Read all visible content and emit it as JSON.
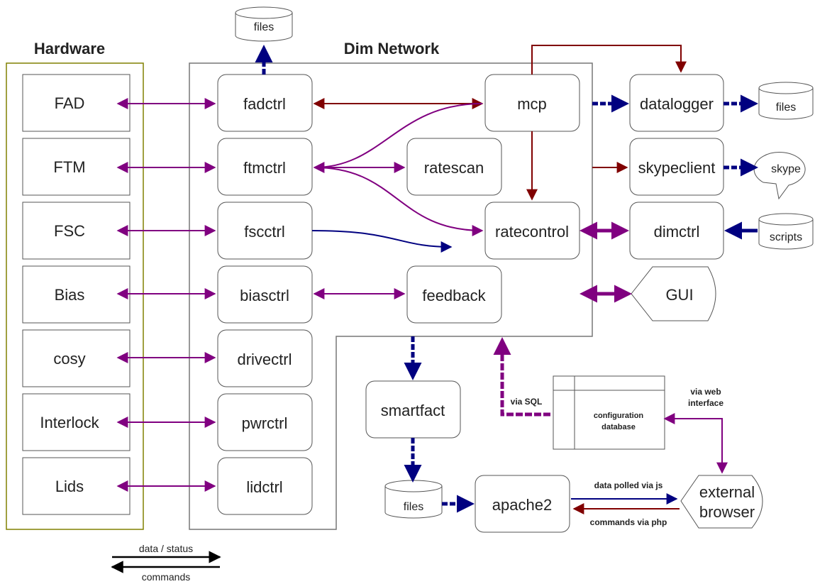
{
  "titles": {
    "hardware": "Hardware",
    "dim_network": "Dim Network"
  },
  "hardware_items": [
    "FAD",
    "FTM",
    "FSC",
    "Bias",
    "cosy",
    "Interlock",
    "Lids"
  ],
  "controllers": [
    "fadctrl",
    "ftmctrl",
    "fscctrl",
    "biasctrl",
    "drivectrl",
    "pwrctrl",
    "lidctrl"
  ],
  "services": {
    "mcp": "mcp",
    "ratescan": "ratescan",
    "ratecontrol": "ratecontrol",
    "feedback": "feedback",
    "datalogger": "datalogger",
    "skypeclient": "skypeclient",
    "dimctrl": "dimctrl",
    "gui": "GUI",
    "smartfact": "smartfact",
    "apache2": "apache2",
    "external_browser_line1": "external",
    "external_browser_line2": "browser"
  },
  "storage": {
    "files_top": "files",
    "files_right": "files",
    "skype": "skype",
    "scripts": "scripts",
    "files_bottom": "files"
  },
  "database": {
    "line1": "configuration",
    "line2": "database"
  },
  "edge_labels": {
    "via_sql": "via SQL",
    "via_web_line1": "via web",
    "via_web_line2": "interface",
    "data_polled": "data polled via js",
    "commands_php": "commands via php"
  },
  "legend": {
    "data_status": "data / status",
    "commands": "commands"
  },
  "colors": {
    "hardware_border": "#808000",
    "hardware_title": "#808000",
    "dim_title": "#999999",
    "purple": "#800080",
    "darkred": "#800000",
    "navy": "#000080",
    "box_border": "#555555"
  }
}
